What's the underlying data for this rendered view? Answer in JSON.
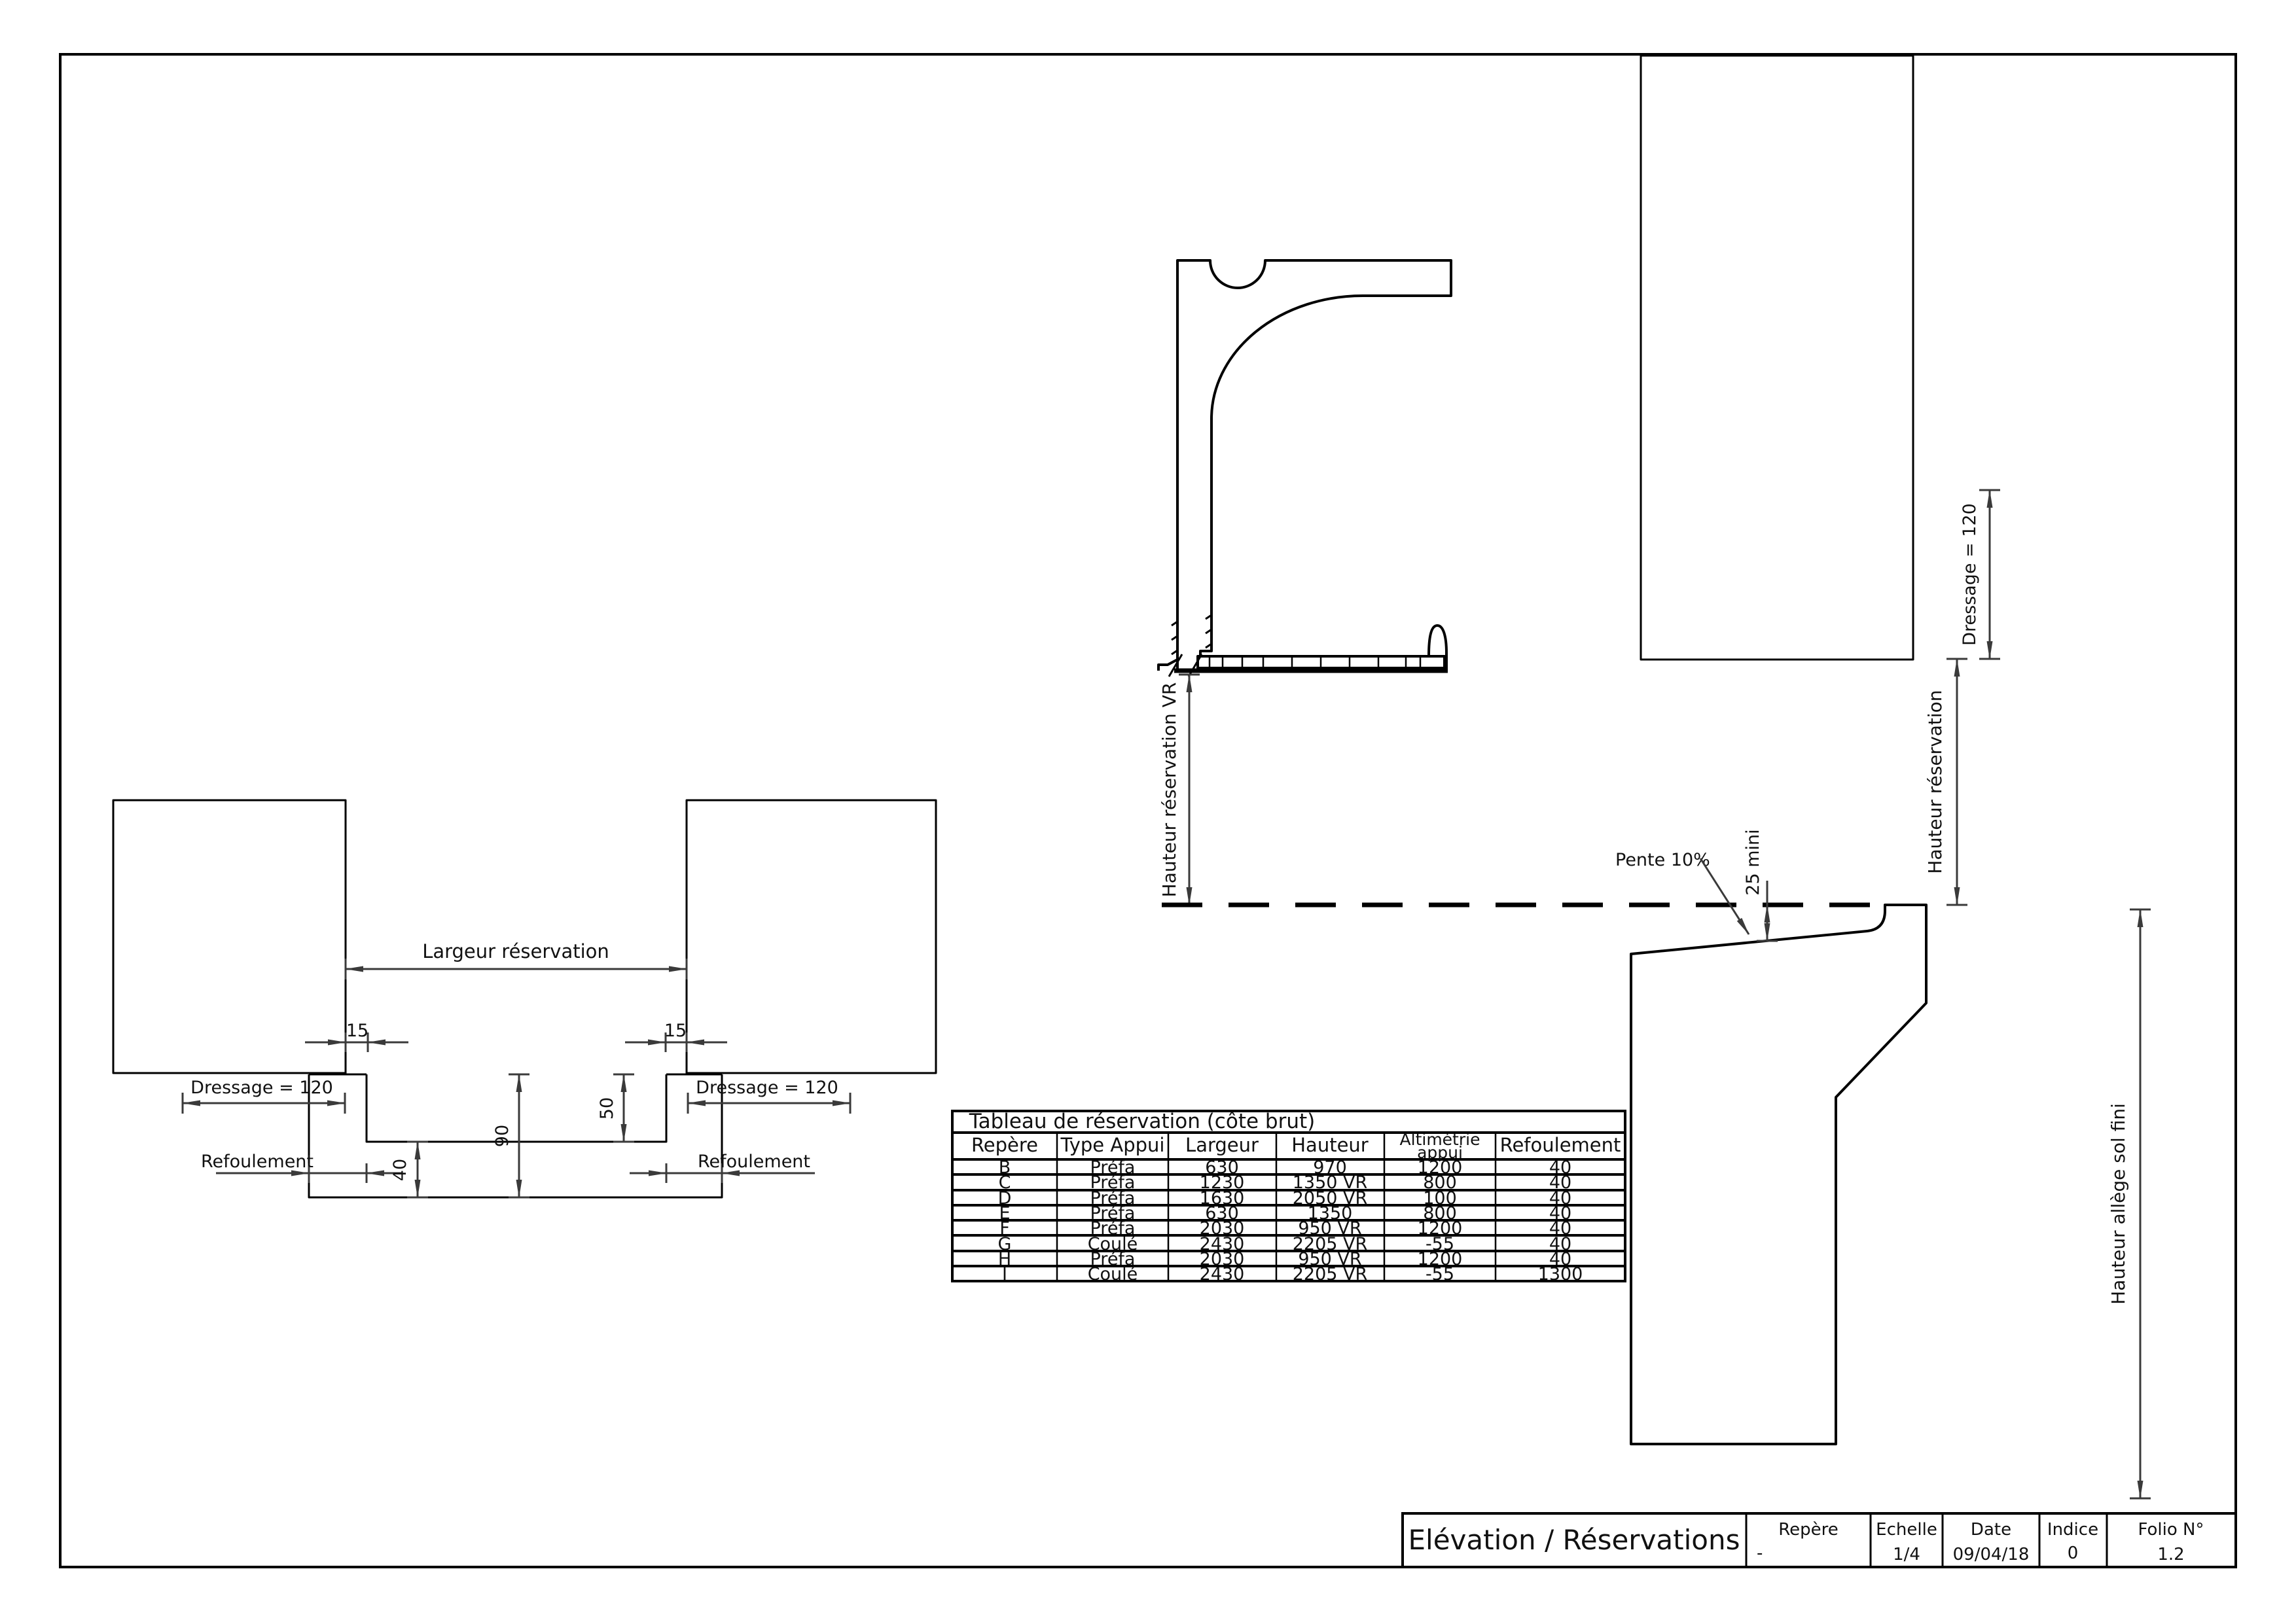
{
  "drawing": {
    "labels": {
      "largeur_reservation": "Largeur réservation",
      "dim_15": "15",
      "dressage_120": "Dressage = 120",
      "refoulement": "Refoulement",
      "dim_40": "40",
      "dim_90": "90",
      "dim_50": "50",
      "hauteur_reservation_vr": "Hauteur réservation VR",
      "pente_10": "Pente 10%",
      "mini_25": "25 mini",
      "hauteur_reservation": "Hauteur réservation",
      "hauteur_allege_sol_fini": "Hauteur allège sol fini"
    }
  },
  "table": {
    "title": "Tableau de réservation (côte brut)",
    "headers": [
      "Repère",
      "Type Appui",
      "Largeur",
      "Hauteur",
      [
        "Altimétrie",
        "appui"
      ],
      "Refoulement"
    ],
    "rows": [
      [
        "B",
        "Préfa",
        "630",
        "970",
        "1200",
        "40"
      ],
      [
        "C",
        "Préfa",
        "1230",
        "1350 VR",
        "800",
        "40"
      ],
      [
        "D",
        "Préfa",
        "1630",
        "2050 VR",
        "100",
        "40"
      ],
      [
        "E",
        "Préfa",
        "630",
        "1350",
        "800",
        "40"
      ],
      [
        "F",
        "Préfa",
        "2030",
        "950 VR",
        "1200",
        "40"
      ],
      [
        "G",
        "Coulé",
        "2430",
        "2205 VR",
        "-55",
        "40"
      ],
      [
        "H",
        "Préfa",
        "2030",
        "950 VR",
        "1200",
        "40"
      ],
      [
        "I",
        "Coulé",
        "2430",
        "2205 VR",
        "-55",
        "1300"
      ]
    ]
  },
  "title_block": {
    "title": "Elévation / Réservations",
    "repere_label": "Repère",
    "repere_value": "-",
    "echelle_label": "Echelle",
    "echelle_value": "1/4",
    "date_label": "Date",
    "date_value": "09/04/18",
    "indice_label": "Indice",
    "indice_value": "0",
    "folio_label": "Folio N°",
    "folio_value": "1.2"
  },
  "colors": {
    "line": "#000000",
    "dim": "#3a3a3a",
    "paper": "#ffffff"
  }
}
